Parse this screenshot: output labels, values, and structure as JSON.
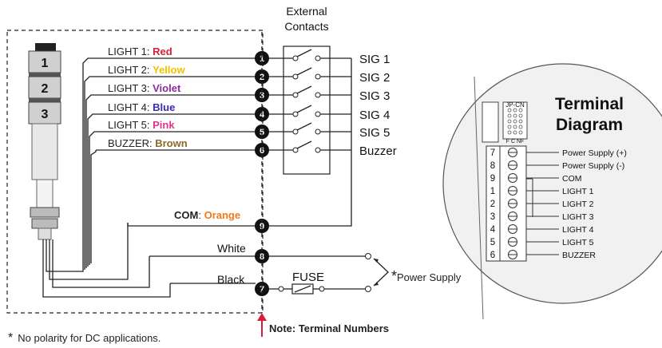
{
  "external_contacts": {
    "line1": "External",
    "line2": "Contacts"
  },
  "tower_segments": [
    "1",
    "2",
    "3"
  ],
  "wires": [
    {
      "label": "LIGHT 1: ",
      "color_name": "Red",
      "color": "#d61f3c",
      "terminal": "1",
      "signal": "SIG 1"
    },
    {
      "label": "LIGHT 2: ",
      "color_name": "Yellow",
      "color": "#f2c200",
      "terminal": "2",
      "signal": "SIG 2"
    },
    {
      "label": "LIGHT 3: ",
      "color_name": "Violet",
      "color": "#8a2a9c",
      "terminal": "3",
      "signal": "SIG 3"
    },
    {
      "label": "LIGHT 4: ",
      "color_name": "Blue",
      "color": "#3b2bb0",
      "terminal": "4",
      "signal": "SIG 4"
    },
    {
      "label": "LIGHT 5: ",
      "color_name": "Pink",
      "color": "#e0358f",
      "terminal": "5",
      "signal": "SIG 5"
    },
    {
      "label": "BUZZER: ",
      "color_name": "Brown",
      "color": "#8a6a2a",
      "terminal": "6",
      "signal": "Buzzer"
    }
  ],
  "com": {
    "label": "COM",
    "sep": ": ",
    "color_name": "Orange",
    "color": "#f07a1c",
    "terminal": "9"
  },
  "white": {
    "label": "White",
    "terminal": "8"
  },
  "black": {
    "label": "Black",
    "terminal": "7"
  },
  "fuse_label": "FUSE",
  "power_supply": {
    "asterisk": "*",
    "label": "Power Supply"
  },
  "footnote": {
    "asterisk": "*",
    "text": "No polarity for DC applications."
  },
  "note": "Note: Terminal Numbers",
  "terminal_diagram": {
    "title_line1": "Terminal",
    "title_line2": "Diagram",
    "jp_label": "JP-CN",
    "jp_sub": "F C NF",
    "rows": [
      {
        "num": "7",
        "label": "Power Supply (+)"
      },
      {
        "num": "8",
        "label": "Power Supply (-)"
      },
      {
        "num": "9",
        "label": "COM"
      },
      {
        "num": "1",
        "label": "LIGHT 1"
      },
      {
        "num": "2",
        "label": "LIGHT 2"
      },
      {
        "num": "3",
        "label": "LIGHT 3"
      },
      {
        "num": "4",
        "label": "LIGHT 4"
      },
      {
        "num": "5",
        "label": "LIGHT 5"
      },
      {
        "num": "6",
        "label": "BUZZER"
      }
    ]
  }
}
